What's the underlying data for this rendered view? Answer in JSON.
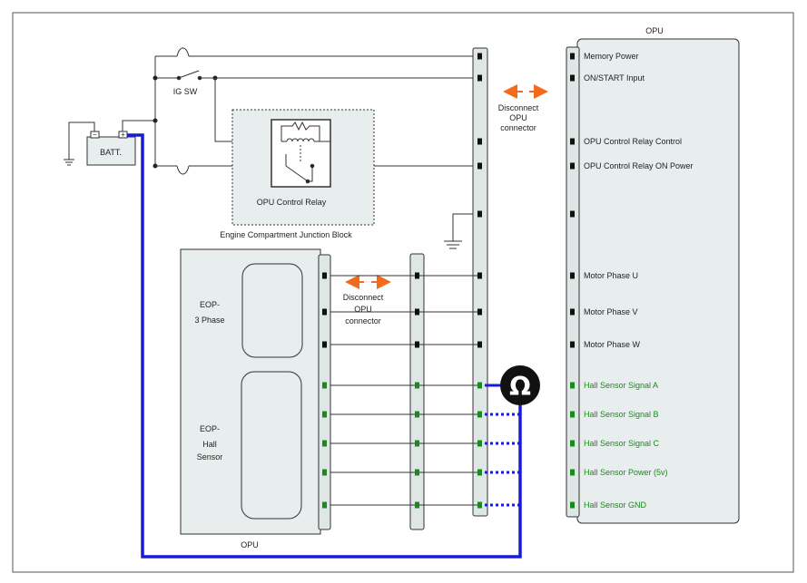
{
  "battery": {
    "label": "BATT.",
    "neg": "−",
    "pos": "+"
  },
  "ig_switch": {
    "label": "IG SW"
  },
  "relay": {
    "label": "OPU Control Relay"
  },
  "junction_block": {
    "label": "Engine Compartment Junction Block"
  },
  "disconnect_top": {
    "lines": [
      "Disconnect",
      "OPU",
      "connector"
    ]
  },
  "disconnect_mid": {
    "lines": [
      "Disconnect",
      "OPU",
      "connector"
    ]
  },
  "eop_3phase": {
    "lines": [
      "EOP-",
      "3 Phase"
    ]
  },
  "eop_hall": {
    "lines": [
      "EOP-",
      "Hall",
      "Sensor"
    ]
  },
  "eop_module": {
    "label": "OPU"
  },
  "opu": {
    "title": "OPU",
    "pins": [
      {
        "label": "Memory Power",
        "kind": "power"
      },
      {
        "label": "ON/START Input",
        "kind": "power"
      },
      {
        "label": "OPU Control Relay Control",
        "kind": "power"
      },
      {
        "label": "OPU Control Relay ON Power",
        "kind": "power"
      },
      {
        "label": "",
        "kind": "ground"
      },
      {
        "label": "Motor Phase U",
        "kind": "phase"
      },
      {
        "label": "Motor Phase V",
        "kind": "phase"
      },
      {
        "label": "Motor Phase W",
        "kind": "phase"
      },
      {
        "label": "Hall Sensor Signal A",
        "kind": "hall"
      },
      {
        "label": "Hall Sensor Signal B",
        "kind": "hall"
      },
      {
        "label": "Hall Sensor Signal C",
        "kind": "hall"
      },
      {
        "label": "Hall Sensor Power (5v)",
        "kind": "hall"
      },
      {
        "label": "Hall Sensor GND",
        "kind": "hall"
      }
    ]
  },
  "meter": {
    "symbol": "Ω"
  },
  "colors": {
    "wire": "#333333",
    "probe": "#1a1adb",
    "hall_pin": "#1a8a1a",
    "arrow": "#f26a1b",
    "module_fill": "#e8eeee",
    "connector_fill": "#dfe6e6"
  }
}
